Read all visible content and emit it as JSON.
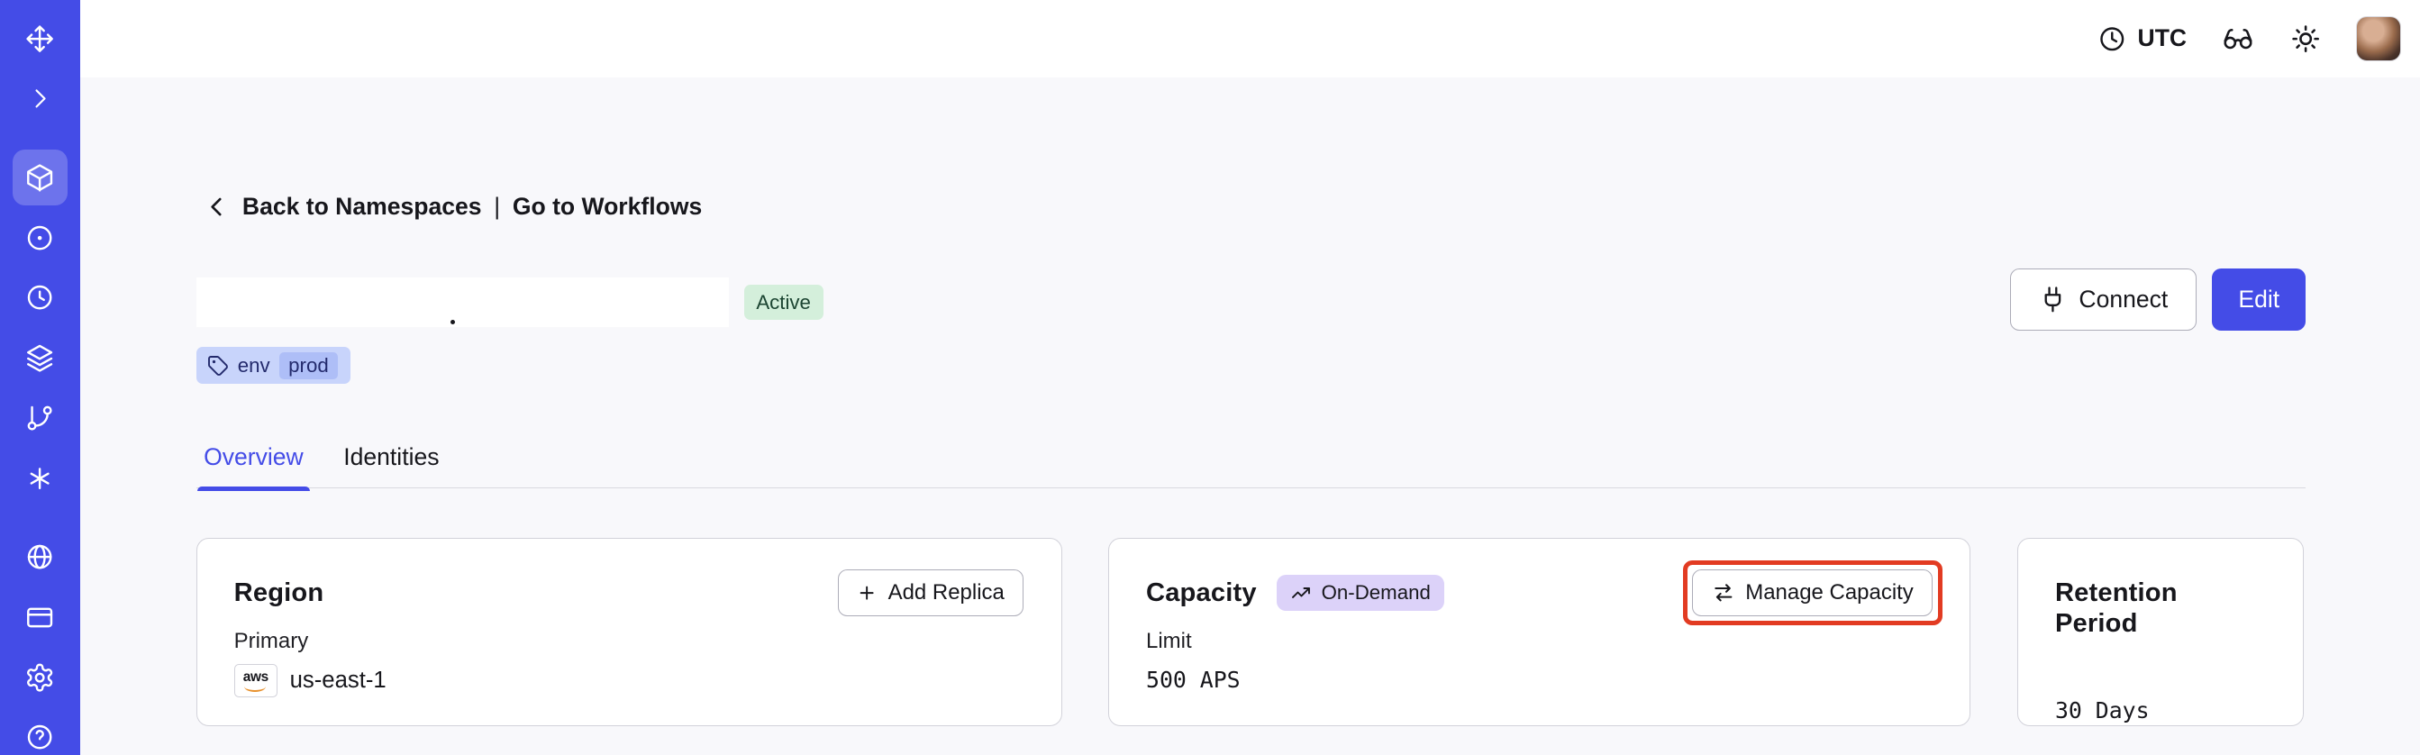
{
  "topbar": {
    "timezone": "UTC",
    "icons": [
      "clock-icon",
      "glasses-icon",
      "sun-icon",
      "user-avatar"
    ]
  },
  "sidebar": {
    "active_item": "namespaces",
    "icons": [
      "app-logo-icon",
      "expand-chevron-icon",
      "namespaces-cube-icon",
      "circle-dot-icon",
      "clock-icon",
      "layers-icon",
      "git-branch-icon",
      "asterisk-icon",
      "globe-icon",
      "billing-card-icon",
      "settings-gear-icon",
      "help-circle-icon"
    ]
  },
  "breadcrumb": {
    "back_label": "Back to Namespaces",
    "separator": "|",
    "workflows_label": "Go to Workflows"
  },
  "namespace": {
    "status": "Active",
    "tag_key": "env",
    "tag_value": "prod"
  },
  "actions": {
    "connect": "Connect",
    "edit": "Edit"
  },
  "tabs": {
    "overview": "Overview",
    "identities": "Identities"
  },
  "cards": {
    "region": {
      "title": "Region",
      "add_replica": "Add Replica",
      "label": "Primary",
      "provider": "aws",
      "value": "us-east-1"
    },
    "capacity": {
      "title": "Capacity",
      "badge": "On-Demand",
      "manage": "Manage Capacity",
      "label": "Limit",
      "value": "500 APS"
    },
    "retention": {
      "title": "Retention Period",
      "value": "30 Days"
    }
  },
  "colors": {
    "sidebar_bg": "#444CE7",
    "accent": "#444CE7",
    "active_badge_bg": "#D4EFDB",
    "active_badge_text": "#1C4532",
    "tag_bg": "#C8D4FB",
    "tag_inner_bg": "#AEBEF7",
    "tag_text": "#232A6C",
    "ondemand_badge_bg": "#DCD2F9",
    "annotation_highlight": "#E23B22",
    "aws_smile": "#E8912D",
    "content_bg": "#F8F8FB"
  }
}
